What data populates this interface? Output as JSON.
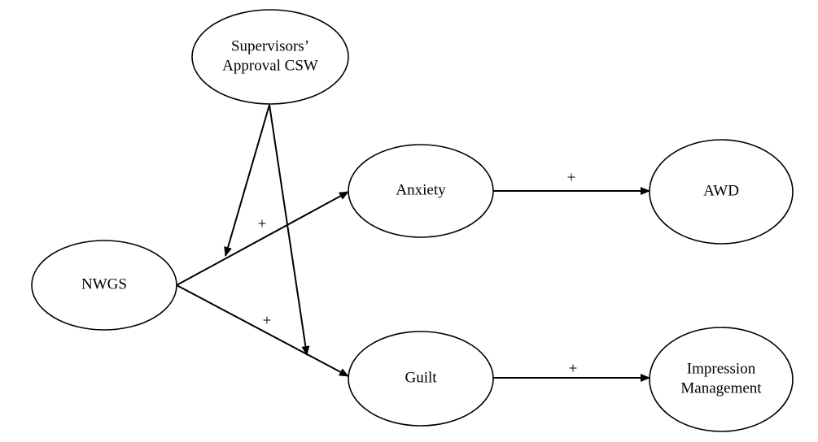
{
  "diagram": {
    "nodes": {
      "supervisors": {
        "line1": "Supervisors’",
        "line2": "Approval CSW"
      },
      "nwgs": {
        "label": "NWGS"
      },
      "anxiety": {
        "label": "Anxiety"
      },
      "guilt": {
        "label": "Guilt"
      },
      "awd": {
        "label": "AWD"
      },
      "impression": {
        "line1": "Impression",
        "line2": "Management"
      }
    },
    "edge_labels": {
      "nwgs_anxiety": "+",
      "nwgs_guilt": "+",
      "anxiety_awd": "+",
      "guilt_impression": "+"
    }
  }
}
